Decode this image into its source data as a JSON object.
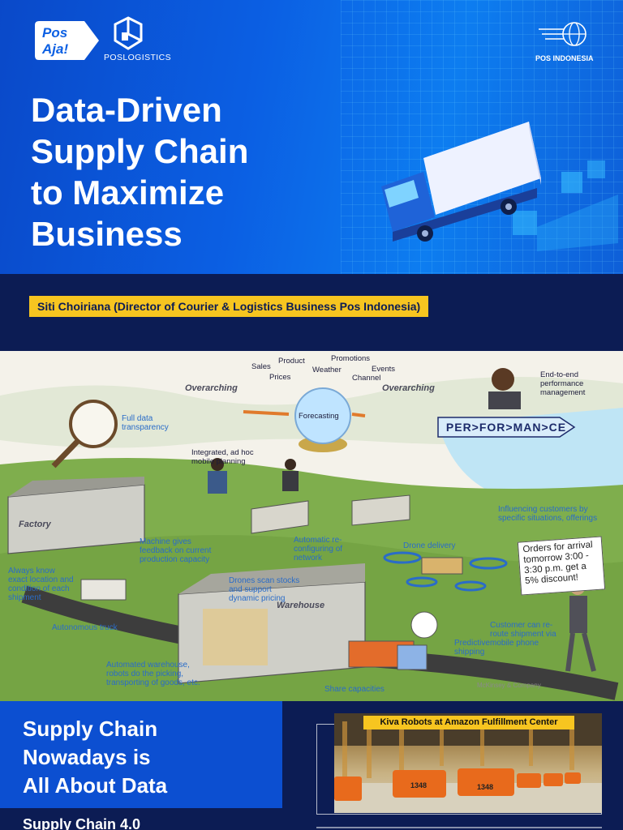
{
  "hero": {
    "logos": {
      "posaja": {
        "line1": "Pos",
        "line2": "Aja!"
      },
      "poslogistics": "POSLOGISTICS",
      "posindonesia": "POS INDONESIA"
    },
    "title_lines": [
      "Data-Driven",
      "Supply Chain",
      "to Maximize",
      "Business"
    ]
  },
  "author": "Siti Choiriana (Director of Courier & Logistics Business Pos Indonesia)",
  "illustration": {
    "forecast_inputs": [
      "Sales",
      "Product",
      "Promotions",
      "Prices",
      "Weather",
      "Events",
      "Channel"
    ],
    "forecasting": "Forecasting",
    "overarching_left": "Overarching",
    "overarching_right": "Overarching",
    "performance_banner": "PER>FOR>MAN>CE",
    "end_to_end": [
      "End-to-end",
      "performance",
      "management"
    ],
    "full_data": [
      "Full data",
      "transparency"
    ],
    "integrated": [
      "Integrated, ad hoc",
      "mobile planning"
    ],
    "factory": "Factory",
    "warehouse": "Warehouse",
    "influencing": [
      "Influencing customers by",
      "specific situations, offerings"
    ],
    "auto_reconfig": [
      "Automatic re-",
      "configuring of",
      "network"
    ],
    "drone_delivery": "Drone delivery",
    "machine_feedback": [
      "Machine gives",
      "feedback on current",
      "production capacity"
    ],
    "always_know": [
      "Always know",
      "exact location and",
      "condition of each",
      "shipment"
    ],
    "drones_scan": [
      "Drones scan stocks",
      "and support",
      "dynamic pricing"
    ],
    "autonomous_truck": "Autonomous truck",
    "predictive": [
      "Predictive",
      "shipping"
    ],
    "customer_reroute": [
      "Customer can re-",
      "route shipment via",
      "mobile phone"
    ],
    "automated_wh": [
      "Automated warehouse,",
      "robots do the picking,",
      "transporting of goods, etc."
    ],
    "share_capacities": "Share capacities",
    "note": "Orders for arrival tomorrow 3:00 - 3:30 p.m. get a 5% discount!",
    "credit": "McKinsey & Company"
  },
  "bottom": {
    "title_lines": [
      "Supply Chain",
      "Nowadays is",
      "All About Data"
    ],
    "subtitle": "Supply Chain 4.0",
    "photo_caption": "Kiva Robots at Amazon Fulfillment Center",
    "robot_labels": [
      "1348",
      "1348"
    ]
  },
  "colors": {
    "hero_blue": "#0b5fe3",
    "navy": "#0c1c54",
    "accent_yellow": "#f7c520",
    "robot_orange": "#e86a1c"
  }
}
